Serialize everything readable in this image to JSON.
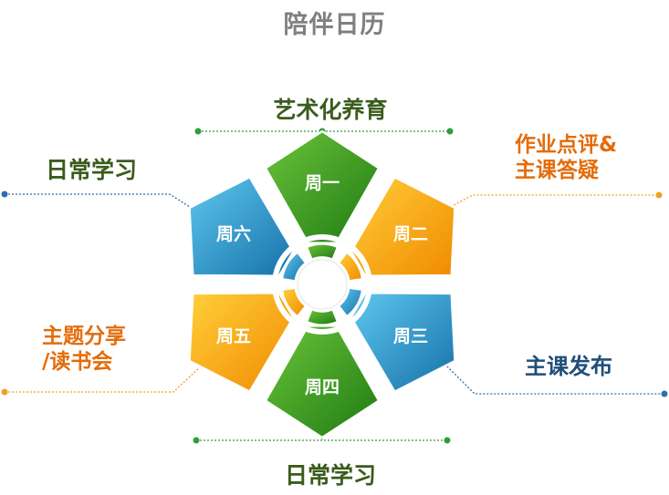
{
  "title": "陪伴日历",
  "segments": [
    {
      "day": "周一",
      "color_light": "#6cc43a",
      "color_dark": "#1e7a12"
    },
    {
      "day": "周二",
      "color_light": "#ffcf3a",
      "color_dark": "#f08a00"
    },
    {
      "day": "周三",
      "color_light": "#5fc8f0",
      "color_dark": "#1570a8"
    },
    {
      "day": "周四",
      "color_light": "#6cc43a",
      "color_dark": "#1e7a12"
    },
    {
      "day": "周五",
      "color_light": "#ffcf3a",
      "color_dark": "#f08a00"
    },
    {
      "day": "周六",
      "color_light": "#5fc8f0",
      "color_dark": "#1570a8"
    }
  ],
  "callouts": {
    "top": {
      "lines": [
        "艺术化养育"
      ],
      "line_color": "#2e9e3a",
      "dot_color": "#2e9e3a"
    },
    "upper_left": {
      "lines": [
        "日常学习"
      ],
      "line_color": "#2f6ea8",
      "dot_color": "#2f6ea8"
    },
    "upper_right": {
      "lines": [
        "作业点评&",
        "主课答疑"
      ],
      "line_color": "#f0a020",
      "dot_color": "#f0a020"
    },
    "lower_left": {
      "lines": [
        "主题分享",
        "/读书会"
      ],
      "line_color": "#f0a020",
      "dot_color": "#f0a020"
    },
    "lower_right": {
      "lines": [
        "主课发布"
      ],
      "line_color": "#2f6ea8",
      "dot_color": "#2f6ea8"
    },
    "bottom": {
      "lines": [
        "日常学习"
      ],
      "line_color": "#2e9e3a",
      "dot_color": "#2e9e3a"
    }
  }
}
